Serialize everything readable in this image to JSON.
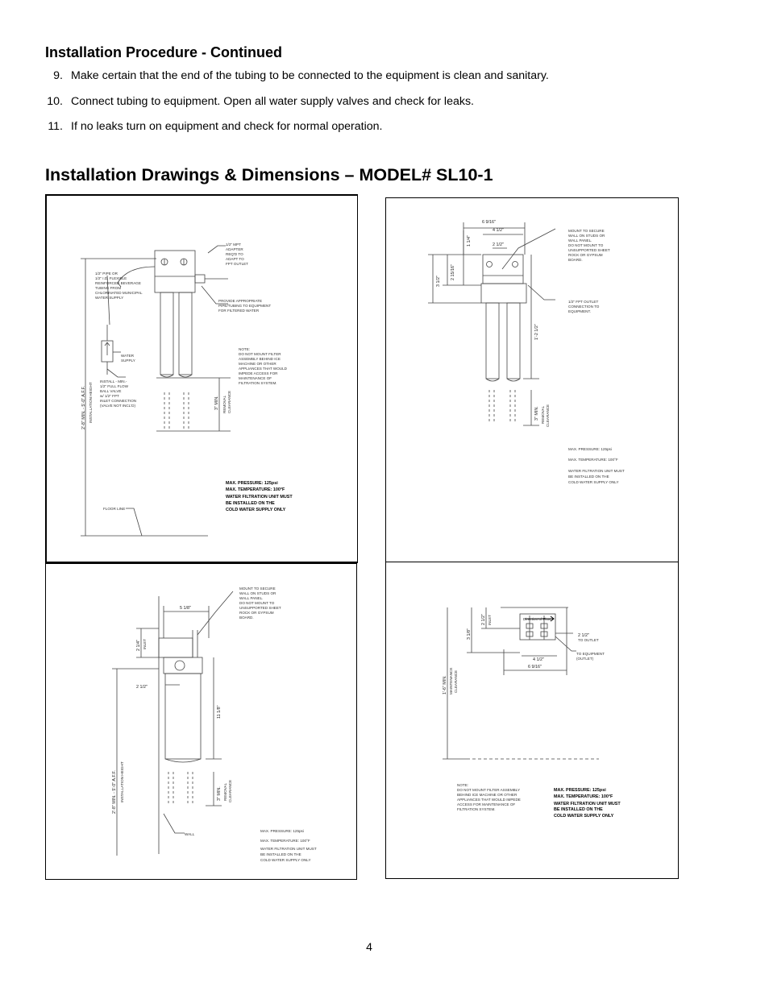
{
  "section_title": "Installation Procedure - Continued",
  "steps": [
    {
      "num": "9.",
      "text": "Make certain that the end of the tubing to be connected to the equipment is clean and sanitary."
    },
    {
      "num": "10.",
      "text": "Connect tubing to equipment. Open all water supply valves and check for leaks."
    },
    {
      "num": "11.",
      "text": "If no leaks turn on equipment and check for normal operation."
    }
  ],
  "drawings_title": "Installation Drawings & Dimensions – MODEL# SL10-1",
  "front_view": {
    "mpt_adapter": [
      "1/2\" MPT",
      "ADAPTER",
      "REQ'D TO",
      "ADAPT TO",
      "FPT OUTLET"
    ],
    "pipe_note": [
      "1/2\" PIPE OR",
      "1/2\" I.D. FLEXIBLE",
      "REINFORCED BEVERAGE",
      "TUBING FROM",
      "CHLORINATED MUNICIPAL",
      "WATER SUPPLY"
    ],
    "provide_note": [
      "PROVIDE APPROPRIATE",
      "PIPE/TUBING TO EQUIPMENT",
      "FOR FILTERED WATER"
    ],
    "water_supply": [
      "WATER",
      "SUPPLY"
    ],
    "mount_note": [
      "NOTE:",
      "DO NOT MOUNT FILTER",
      "ASSEMBLY BEHIND ICE",
      "MACHINE OR OTHER",
      "APPLIANCES THAT WOULD",
      "IMPEDE ACCESS FOR",
      "MAINTENANCE OF",
      "FILTRATION SYSTEM."
    ],
    "install_note": [
      "INSTALL - MIN.-",
      "1/2\" FULL FLOW",
      "BALL VALVE",
      "w/ 1/2\" FPT",
      "INLET CONNECTION",
      "(VALVE NOT INCL'D)"
    ],
    "height_label": "2'-8\" MIN. - 5'-0\" A.F.F.",
    "height_sub": "INSTALLATION HEIGHT",
    "clearance": "3\" MIN.",
    "clearance_sub": [
      "REMOVAL",
      "CLEARANCE"
    ],
    "floor_line": "FLOOR LINE",
    "specs": [
      "MAX. PRESSURE: 125psi",
      "MAX. TEMPERATURE: 100°F",
      "WATER FILTRATION UNIT MUST",
      "BE INSTALLED ON THE",
      "COLD WATER SUPPLY ONLY"
    ]
  },
  "dim_view": {
    "w_overall": "6 9/16\"",
    "w_mid": "4 1/2\"",
    "w_small": "2 1/2\"",
    "h_top": "1 1/4\"",
    "h_a": "3 1/2\"",
    "h_b": "2 15/16\"",
    "h_body": "1'-2 1/2\"",
    "clearance": "3\" MIN.",
    "clearance_sub": [
      "REMOVAL",
      "CLEARANCE"
    ],
    "mount_note": [
      "MOUNT TO SECURE",
      "WALL ON STUDS OR",
      "WALL PANEL.",
      "DO NOT MOUNT TO",
      "UNSUPPORTED SHEET",
      "ROCK OR GYPSUM",
      "BOARD."
    ],
    "fpt_note": [
      "1/2\" FPT OUTLET",
      "CONNECTION TO",
      "EQUIPMENT."
    ],
    "specs": [
      "MAX. PRESSURE: 125psi",
      "MAX. TEMPERATURE: 100°F",
      "WATER FILTRATION UNIT MUST",
      "BE INSTALLED ON THE",
      "COLD WATER SUPPLY ONLY"
    ]
  },
  "side_view": {
    "w_top": "5 1/8\"",
    "h_a": "2 1/4\"",
    "h_a_sub": "INLET",
    "w_mid": "2 1/2\"",
    "h_body": "11 1/8\"",
    "height_label": "2'-8\" MIN. - 5'-0\" A.F.F.",
    "height_sub": "INSTALLATION HEIGHT",
    "clearance": "3\" MIN.",
    "clearance_sub": [
      "REMOVAL",
      "CLEARANCE"
    ],
    "wall": "WALL",
    "mount_note": [
      "MOUNT TO SECURE",
      "WALL ON STUDS OR",
      "WALL PANEL.",
      "DO NOT MOUNT TO",
      "UNSUPPORTED SHEET",
      "ROCK OR GYPSUM",
      "BOARD."
    ],
    "specs": [
      "MAX. PRESSURE: 125psi",
      "MAX. TEMPERATURE: 100°F",
      "WATER FILTRATION UNIT MUST",
      "BE INSTALLED ON THE",
      "COLD WATER SUPPLY ONLY"
    ]
  },
  "top_view": {
    "flow": "Direction of Flow",
    "h_a": "3 1/8\"",
    "h_b": "2 1/2\"",
    "h_b_sub": "INLET",
    "outlet": [
      "2 1/2\"",
      "TO OUTLET"
    ],
    "to_equipment": [
      "TO EQUIPMENT",
      "(OUTLET)"
    ],
    "w_mid": "4 1/2\"",
    "w_overall": "6 9/16\"",
    "clear_label": "1'-6\" MIN.",
    "clear_sub": [
      "MAINTENANCE",
      "CLEARANCE"
    ],
    "note": [
      "NOTE:",
      "DO NOT MOUNT FILTER ASSEMBLY",
      "BEHIND ICE MACHINE OR OTHER",
      "APPLIANCES THAT WOULD IMPEDE",
      "ACCESS FOR MAINTENANCE OF",
      "FILTRATION SYSTEM."
    ],
    "specs": [
      "MAX. PRESSURE: 125psi",
      "MAX. TEMPERATURE: 100°F",
      "WATER FILTRATION UNIT MUST",
      "BE INSTALLED ON THE",
      "COLD WATER SUPPLY ONLY"
    ]
  },
  "page_number": "4"
}
